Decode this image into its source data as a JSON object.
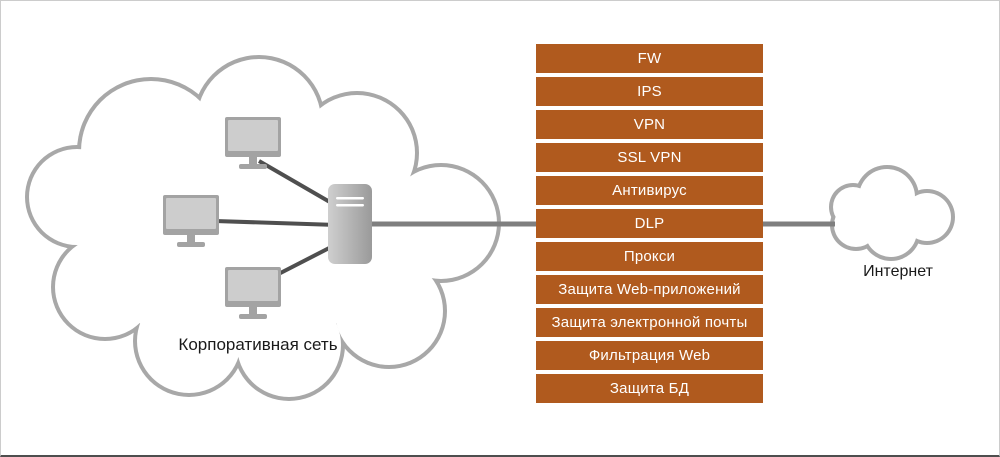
{
  "colors": {
    "bar_fill": "#b05a1e",
    "bar_text": "#ffffff",
    "cloud_outline": "#a8a8a8",
    "connector_line": "#7f7f7f",
    "monitor_link": "#4f4f4f",
    "device_gray": "#a3a3a3",
    "screen_fill": "#cdcdcd",
    "label_text": "#1a1a1a"
  },
  "corporate_cloud": {
    "label": "Корпоративная сеть"
  },
  "internet_cloud": {
    "label": "Интернет"
  },
  "security_stack": {
    "items": [
      {
        "label": "FW"
      },
      {
        "label": "IPS"
      },
      {
        "label": "VPN"
      },
      {
        "label": "SSL VPN"
      },
      {
        "label": "Антивирус"
      },
      {
        "label": "DLP"
      },
      {
        "label": "Прокси"
      },
      {
        "label": "Защита Web-приложений"
      },
      {
        "label": "Защита электронной почты"
      },
      {
        "label": "Фильтрация Web"
      },
      {
        "label": "Защита БД"
      }
    ]
  }
}
